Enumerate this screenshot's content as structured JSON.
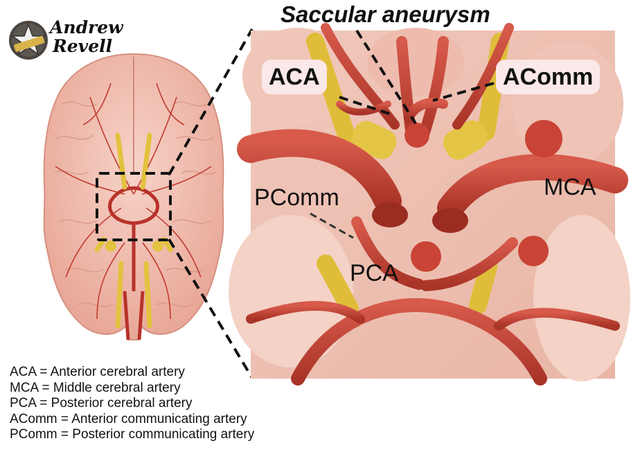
{
  "title": "Saccular aneurysm",
  "logo": {
    "line1": "Andrew",
    "line2": "Revell"
  },
  "labels": {
    "aca": "ACA",
    "acomm": "AComm",
    "mca": "MCA",
    "pcomm": "PComm",
    "pca": "PCA"
  },
  "legend": [
    "ACA = Anterior cerebral artery",
    "MCA = Middle cerebral artery",
    "PCA = Posterior cerebral artery",
    "AComm = Anterior communicating artery",
    "PComm = Posterior communicating artery"
  ],
  "colors": {
    "artery": "#c8463a",
    "nerve": "#e2c23e",
    "brain": "#f2c3b6",
    "label_bg": "#fbe8e8"
  }
}
